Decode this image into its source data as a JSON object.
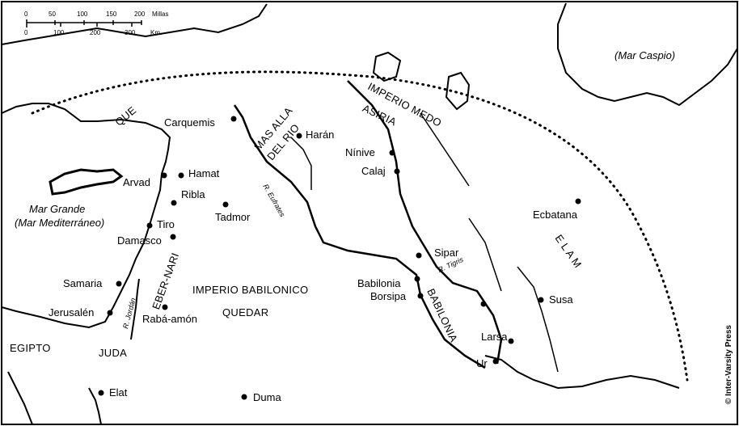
{
  "scale_bar": {
    "miles_ticks": [
      "0",
      "50",
      "100",
      "150",
      "200"
    ],
    "miles_label": "Millas",
    "km_ticks": [
      "0",
      "100",
      "200",
      "300"
    ],
    "km_label": "Km."
  },
  "regions": {
    "que": "QUE",
    "mas_alla_del_rio_1": "MAS ALLA",
    "mas_alla_del_rio_2": "DEL RIO",
    "imperio_medo": "IMPERIO MEDO",
    "asiria": "ASIRIA",
    "elam": "E L A M",
    "eber_nari": "EBER-NARI",
    "imperio_babilonico": "IMPERIO BABILONICO",
    "quedar": "QUEDAR",
    "babilonia_region": "BABILONIA",
    "egipto": "EGIPTO",
    "juda": "JUDA"
  },
  "water": {
    "mar_caspio": "(Mar Caspio)",
    "mar_grande_1": "Mar Grande",
    "mar_grande_2": "(Mar Mediterráneo)",
    "r_eufrates": "R. Eufrates",
    "r_tigris": "R. Tigris",
    "r_jordan": "R. Jordán"
  },
  "cities": {
    "carquemis": "Carquemis",
    "haran": "Harán",
    "ninive": "Nínive",
    "calaj": "Calaj",
    "arvad": "Arvad",
    "hamat": "Hamat",
    "ribla": "Ribla",
    "tadmor": "Tadmor",
    "tiro": "Tiro",
    "damasco": "Damasco",
    "samaria": "Samaria",
    "jerusalen": "Jerusalén",
    "raba_amon": "Rabá-amón",
    "sipar": "Sipar",
    "babilonia": "Babilonia",
    "borsipa": "Borsipa",
    "larsa": "Larsa",
    "ur": "Ur",
    "susa": "Susa",
    "ecbatana": "Ecbatana",
    "elat": "Elat",
    "duma": "Duma"
  },
  "credit": "© Inter-Varsity Press"
}
